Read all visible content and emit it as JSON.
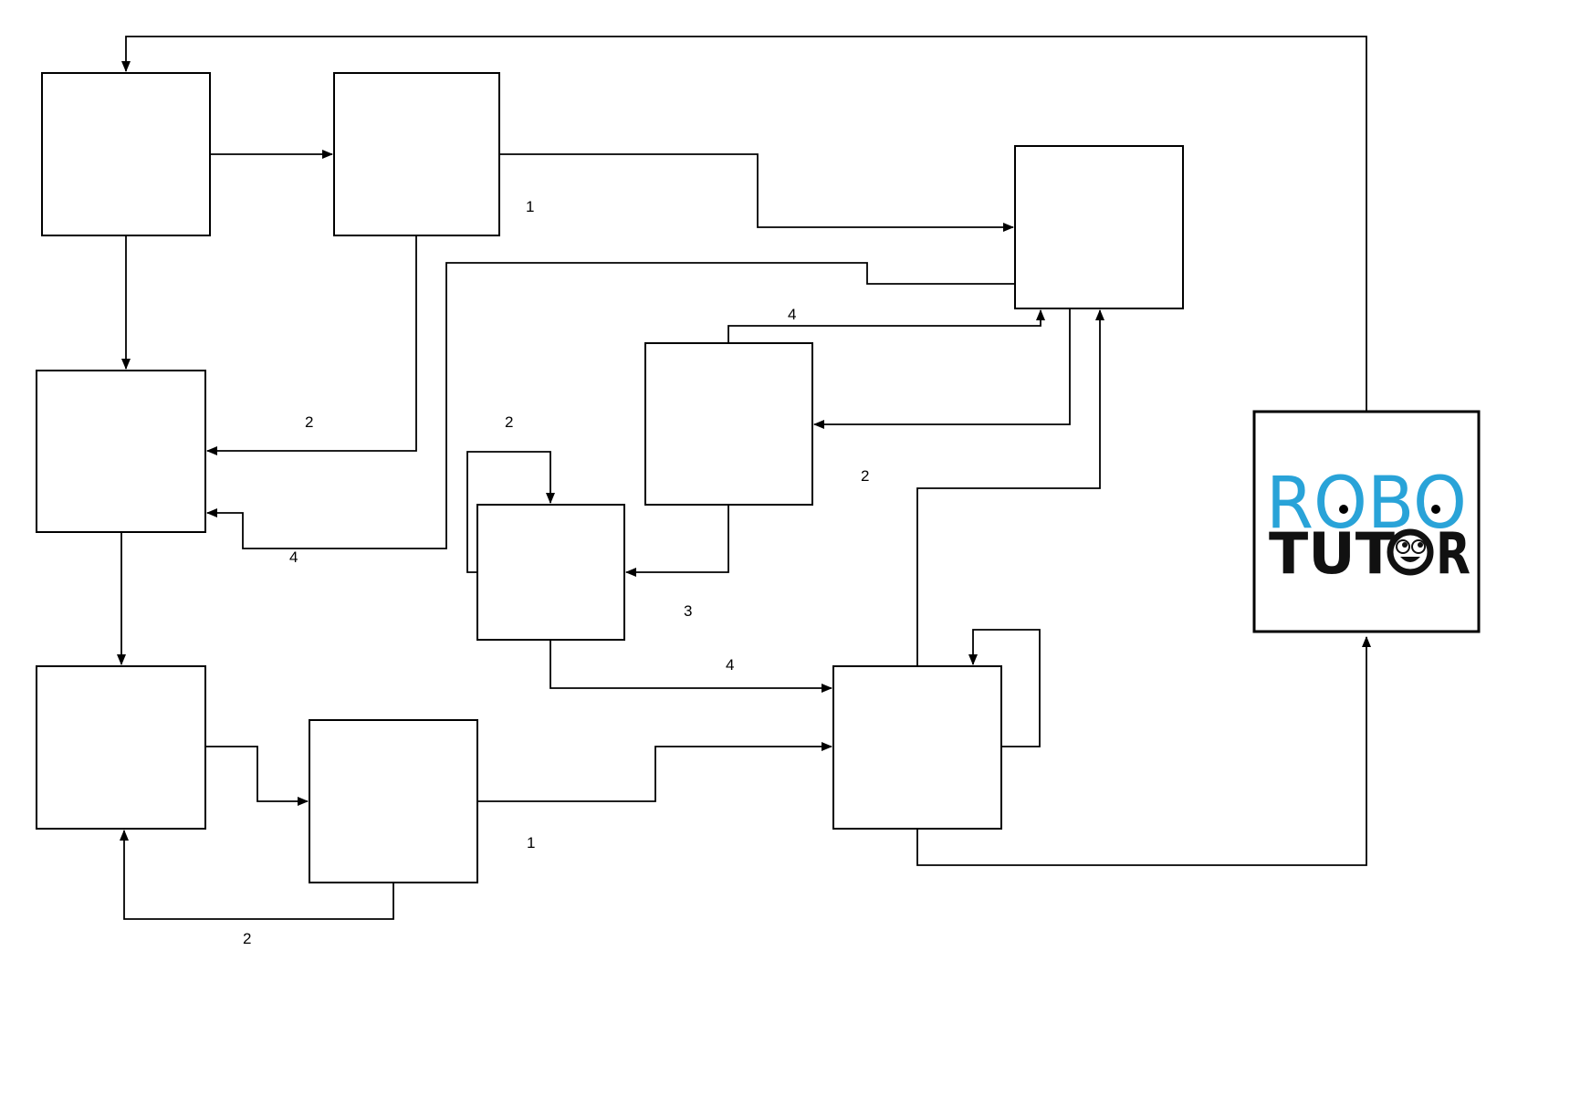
{
  "boxes": [
    {
      "id": "box-a"
    },
    {
      "id": "box-b"
    },
    {
      "id": "box-c"
    },
    {
      "id": "box-d"
    },
    {
      "id": "box-e"
    },
    {
      "id": "box-f"
    },
    {
      "id": "box-g"
    },
    {
      "id": "box-h"
    },
    {
      "id": "box-i"
    }
  ],
  "edge_labels": {
    "b_to_c": "1",
    "b_to_d": "2",
    "c_to_d": "4",
    "g_self": "2",
    "f_to_c": "4",
    "c_to_f": "2",
    "f_to_g": "3",
    "g_to_i": "4",
    "h_to_i": "1",
    "h_to_e": "2"
  },
  "logo": {
    "line1": "ROBO",
    "line2": "TUTOR",
    "color_top": "#29a3d8",
    "color_bottom": "#111111"
  },
  "colors": {
    "stroke": "#000000",
    "background": "#ffffff"
  }
}
